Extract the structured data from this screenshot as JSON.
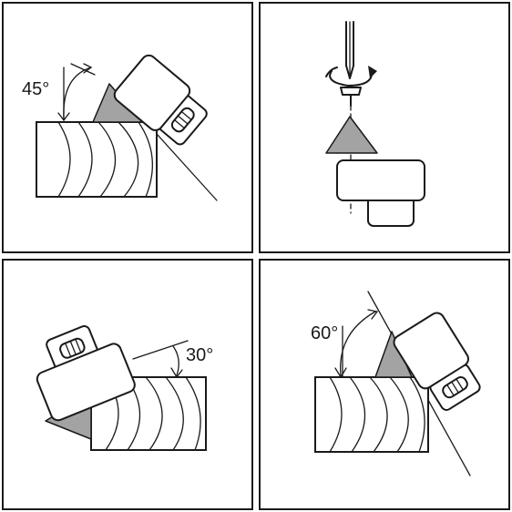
{
  "panels": [
    {
      "id": "p1",
      "angle_label": "45°",
      "angle_deg": 45
    },
    {
      "id": "p2",
      "angle_label": "",
      "step": "mount-screw"
    },
    {
      "id": "p3",
      "angle_label": "30°",
      "angle_deg": 30
    },
    {
      "id": "p4",
      "angle_label": "60°",
      "angle_deg": 60
    }
  ],
  "colors": {
    "line": "#1a1a1a",
    "blade": "#a3a3a3",
    "background": "#ffffff"
  },
  "icons": [
    "screwdriver-icon",
    "rotate-arrow-icon",
    "screw-icon",
    "triangle-blade-icon",
    "sharpener-body-icon",
    "wood-block-icon"
  ]
}
